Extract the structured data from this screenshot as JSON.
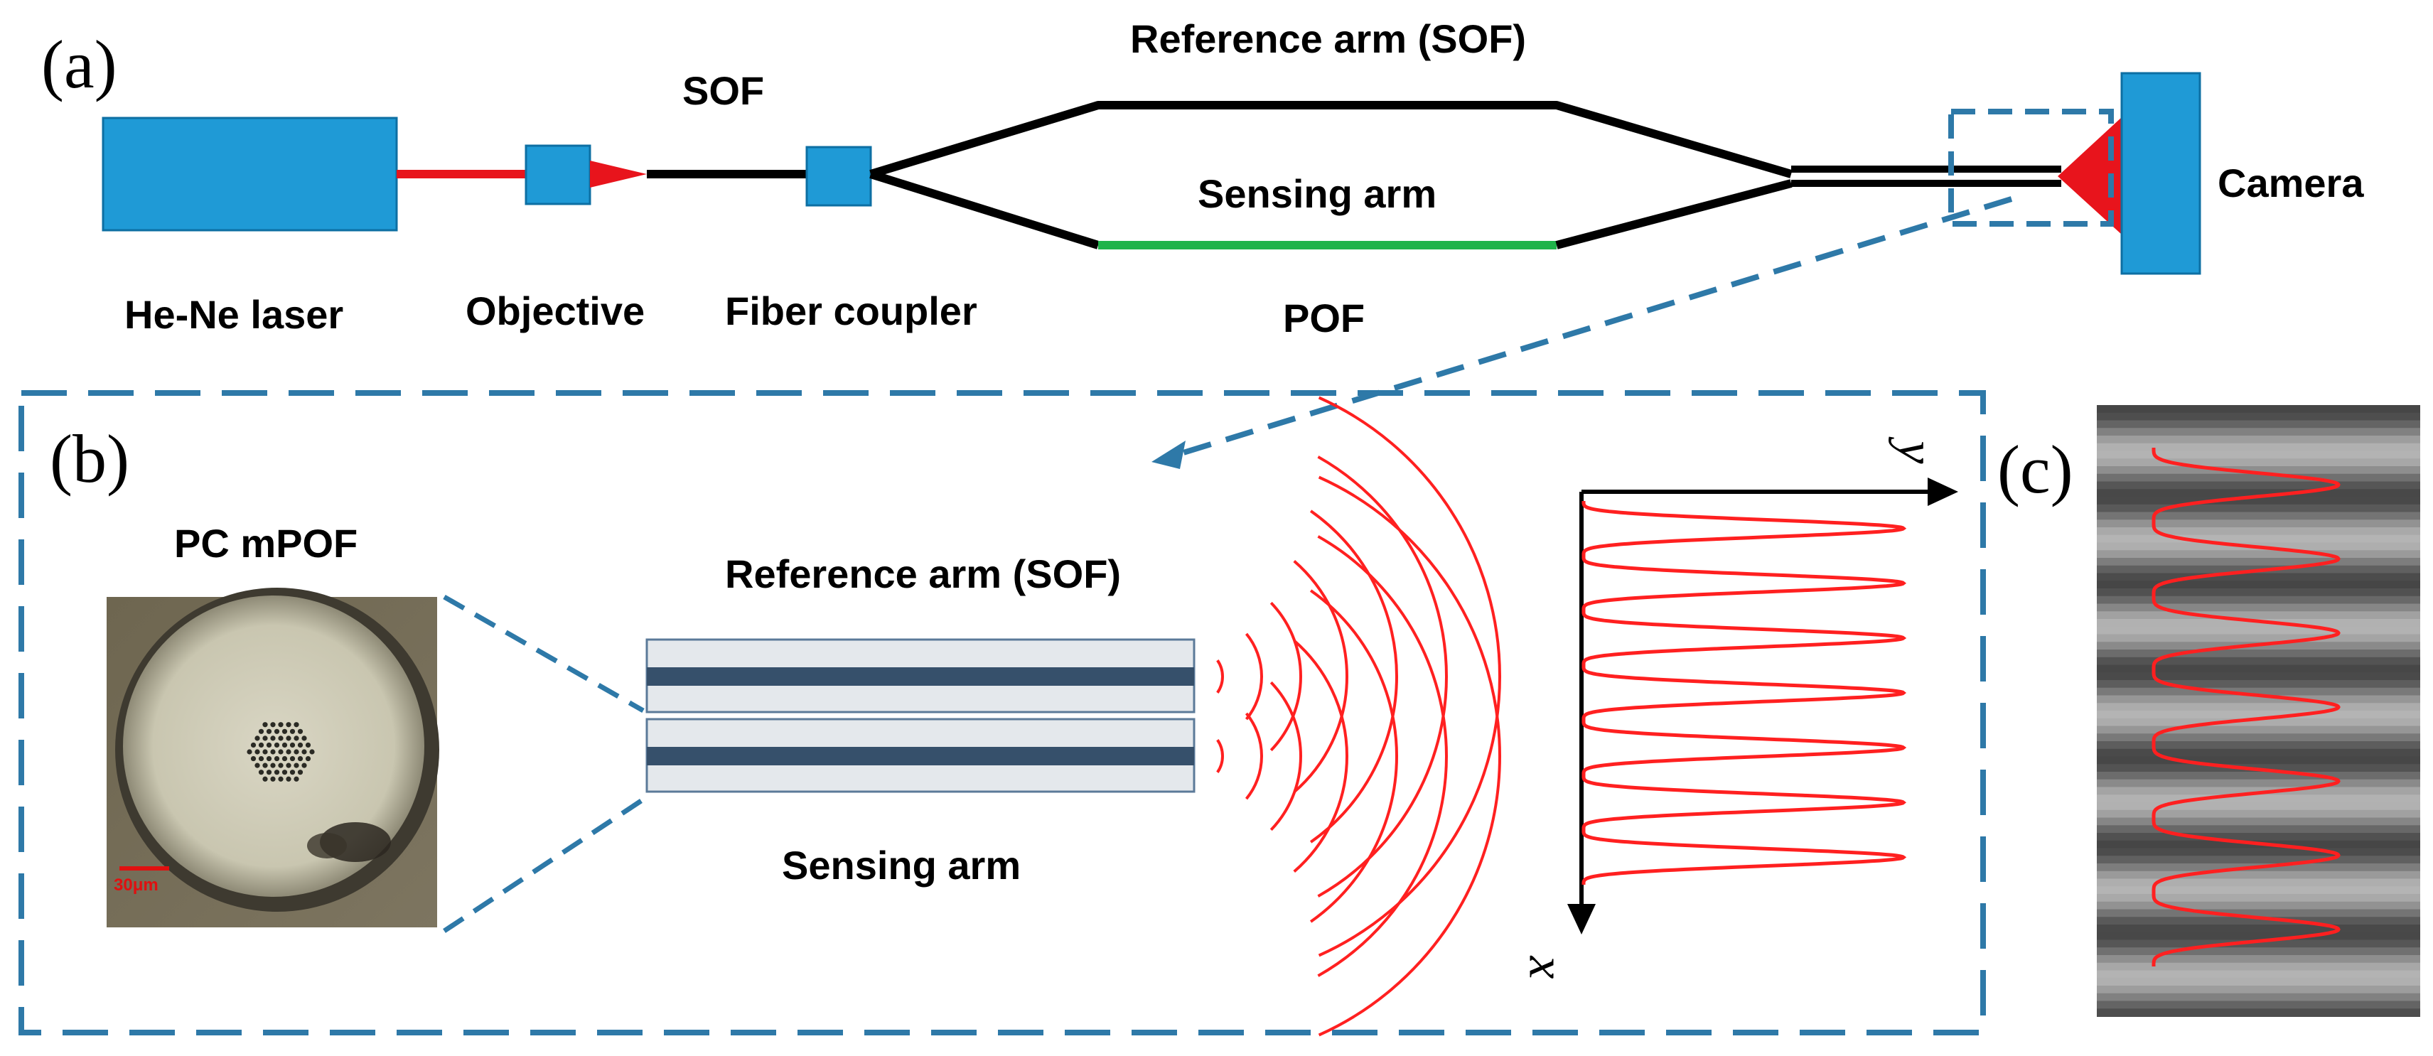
{
  "panels": {
    "a": "(a)",
    "b": "(b)",
    "c": "(c)"
  },
  "labels": {
    "he_ne_laser": "He-Ne laser",
    "objective": "Objective",
    "sof": "SOF",
    "fiber_coupler": "Fiber coupler",
    "reference_arm_top": "Reference arm (SOF)",
    "sensing_arm_top": "Sensing arm",
    "pof": "POF",
    "camera": "Camera",
    "pc_mpof": "PC mPOF",
    "scale_bar": "30μm",
    "reference_arm_detail": "Reference arm (SOF)",
    "sensing_arm_detail": "Sensing arm",
    "axis_y": "y",
    "axis_x": "x"
  },
  "colors": {
    "component_blue": "#1f9ad6",
    "laser_red": "#e8141c",
    "fiber_black": "#000000",
    "pof_green": "#1fb34a",
    "dash_blue": "#2e79a8",
    "fiber_core": "#36506b",
    "fiber_cladding": "#e4e8ec",
    "fringe_red": "#ff2020"
  },
  "fringe_curve": {
    "peaks": 7
  },
  "fringe_photo": {
    "bright_bands": 7
  }
}
